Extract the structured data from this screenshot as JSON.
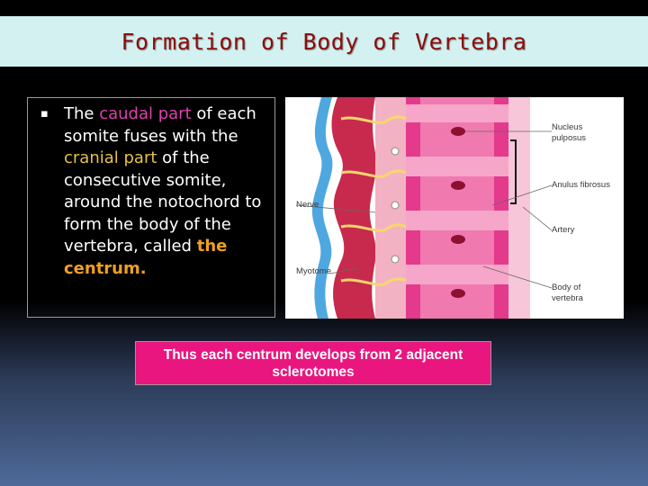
{
  "slide": {
    "title": "Formation of Body of Vertebra",
    "bullet": {
      "marker": "▪",
      "seg1": "The ",
      "seg2": "caudal part",
      "seg3": " of each somite fuses with the ",
      "seg4": "cranial part",
      "seg5": " of the consecutive somite, around the notochord to form the body of the vertebra, called ",
      "seg6": "the centrum."
    },
    "callout": "Thus each centrum develops from 2 adjacent sclerotomes"
  },
  "diagram": {
    "labels": {
      "nucleus_line1": "Nucleus",
      "nucleus_line2": "pulposus",
      "anulus": "Anulus fibrosus",
      "nerve": "Nerve",
      "myotome": "Myotome",
      "artery": "Artery",
      "body_line1": "Body of",
      "body_line2": "vertebra"
    }
  },
  "colors": {
    "title_bar": "#d4f1f1",
    "title_text": "#8b0d0d",
    "highlight_pink": "#e040b0",
    "highlight_yellow": "#e8c048",
    "highlight_orange": "#f0a020",
    "callout_bg": "#e8167e"
  }
}
